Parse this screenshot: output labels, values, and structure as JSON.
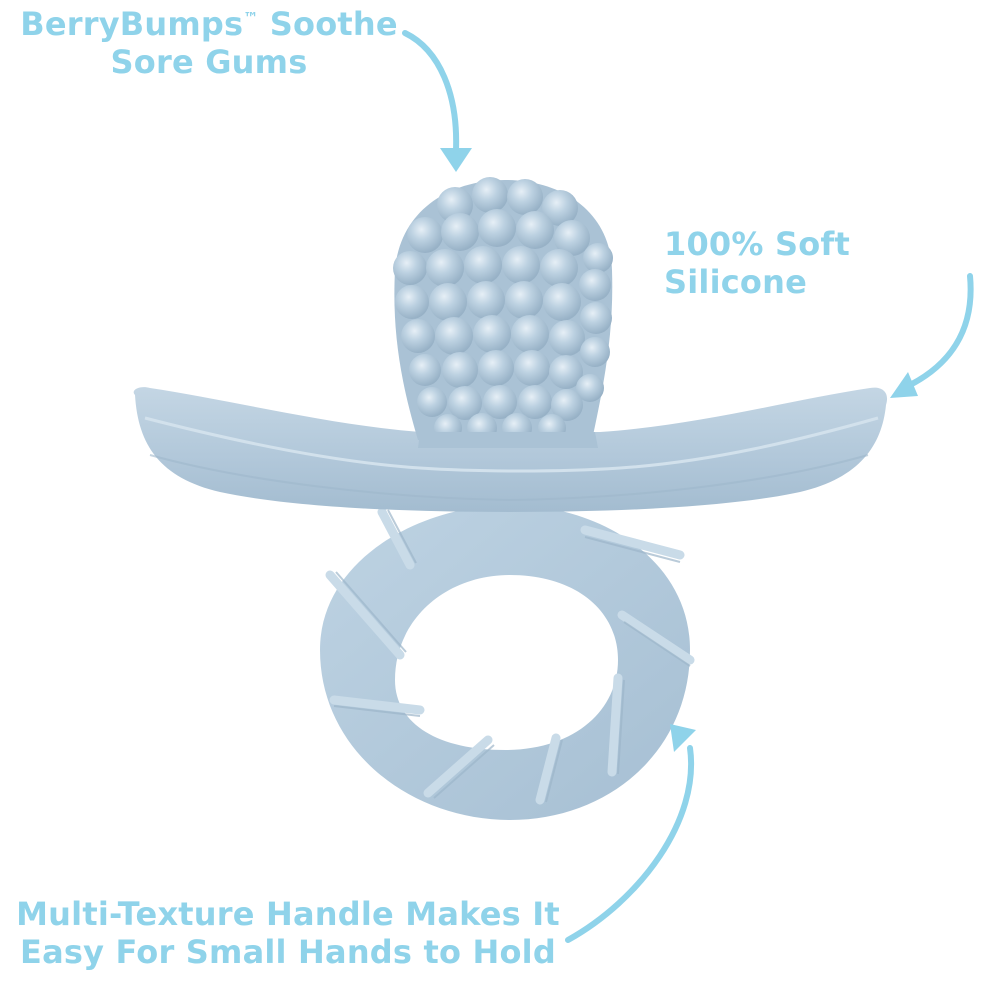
{
  "product": {
    "name": "BerryBumps pacifier teether",
    "color": "#b4cbdc"
  },
  "callouts": [
    {
      "id": "berrybumps",
      "line1_prefix": "BerryBumps",
      "trademark": "™",
      "line1_suffix": " Soothe",
      "line2": "Sore Gums"
    },
    {
      "id": "silicone",
      "line1": "100% Soft Silicone"
    },
    {
      "id": "handle",
      "line1": "Multi-Texture Handle Makes It",
      "line2": "Easy For Small Hands to Hold"
    }
  ],
  "colors": {
    "accent": "#8fd3ea",
    "background": "#ffffff",
    "silicone": "#b4cbdc",
    "silicone_shade": "#9fb8cb",
    "silicone_highlight": "#dbe8f1"
  }
}
